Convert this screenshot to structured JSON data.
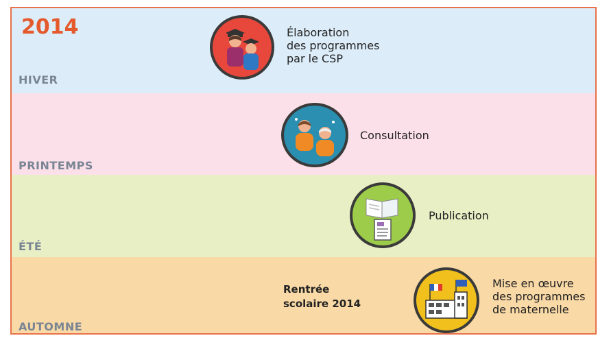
{
  "year": "2014",
  "seasons": {
    "hiver": "HIVER",
    "printemps": "PRINTEMPS",
    "ete": "ÉTÉ",
    "automne": "AUTOMNE"
  },
  "steps": {
    "elaboration": "Élaboration\ndes programmes\npar le CSP",
    "consultation": "Consultation",
    "publication": "Publication",
    "mise_en_oeuvre": "Mise en œuvre\ndes programmes\nde maternelle"
  },
  "rentree": "Rentrée\nscolaire 2014",
  "colors": {
    "border": "#e8714a",
    "hiver_band": "#dcedf9",
    "printemps_band": "#fbe0ea",
    "ete_band": "#e8efc4",
    "automne_band": "#f9d9a6",
    "year_text": "#e55a2d",
    "season_text": "#7a8594",
    "elaboration_circle": "#e8483c",
    "consultation_circle": "#2a8fb0",
    "publication_circle": "#9ccc4a",
    "mise_circle": "#f2c01c"
  },
  "icons": {
    "elaboration": "graduates-icon",
    "consultation": "people-discussion-icon",
    "publication": "book-document-icon",
    "mise_en_oeuvre": "school-building-icon"
  }
}
